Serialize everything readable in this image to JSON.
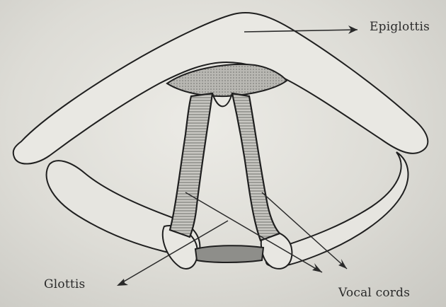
{
  "labels": {
    "epiglottis": "Epiglottis",
    "glottis": "Glottis",
    "vocal_cords": "Vocal cords"
  },
  "colors": {
    "outline": "#1f1f1f",
    "fill": "#e8e7e2",
    "hatch": "#8c8c88",
    "shade": "#b9b8b3"
  }
}
